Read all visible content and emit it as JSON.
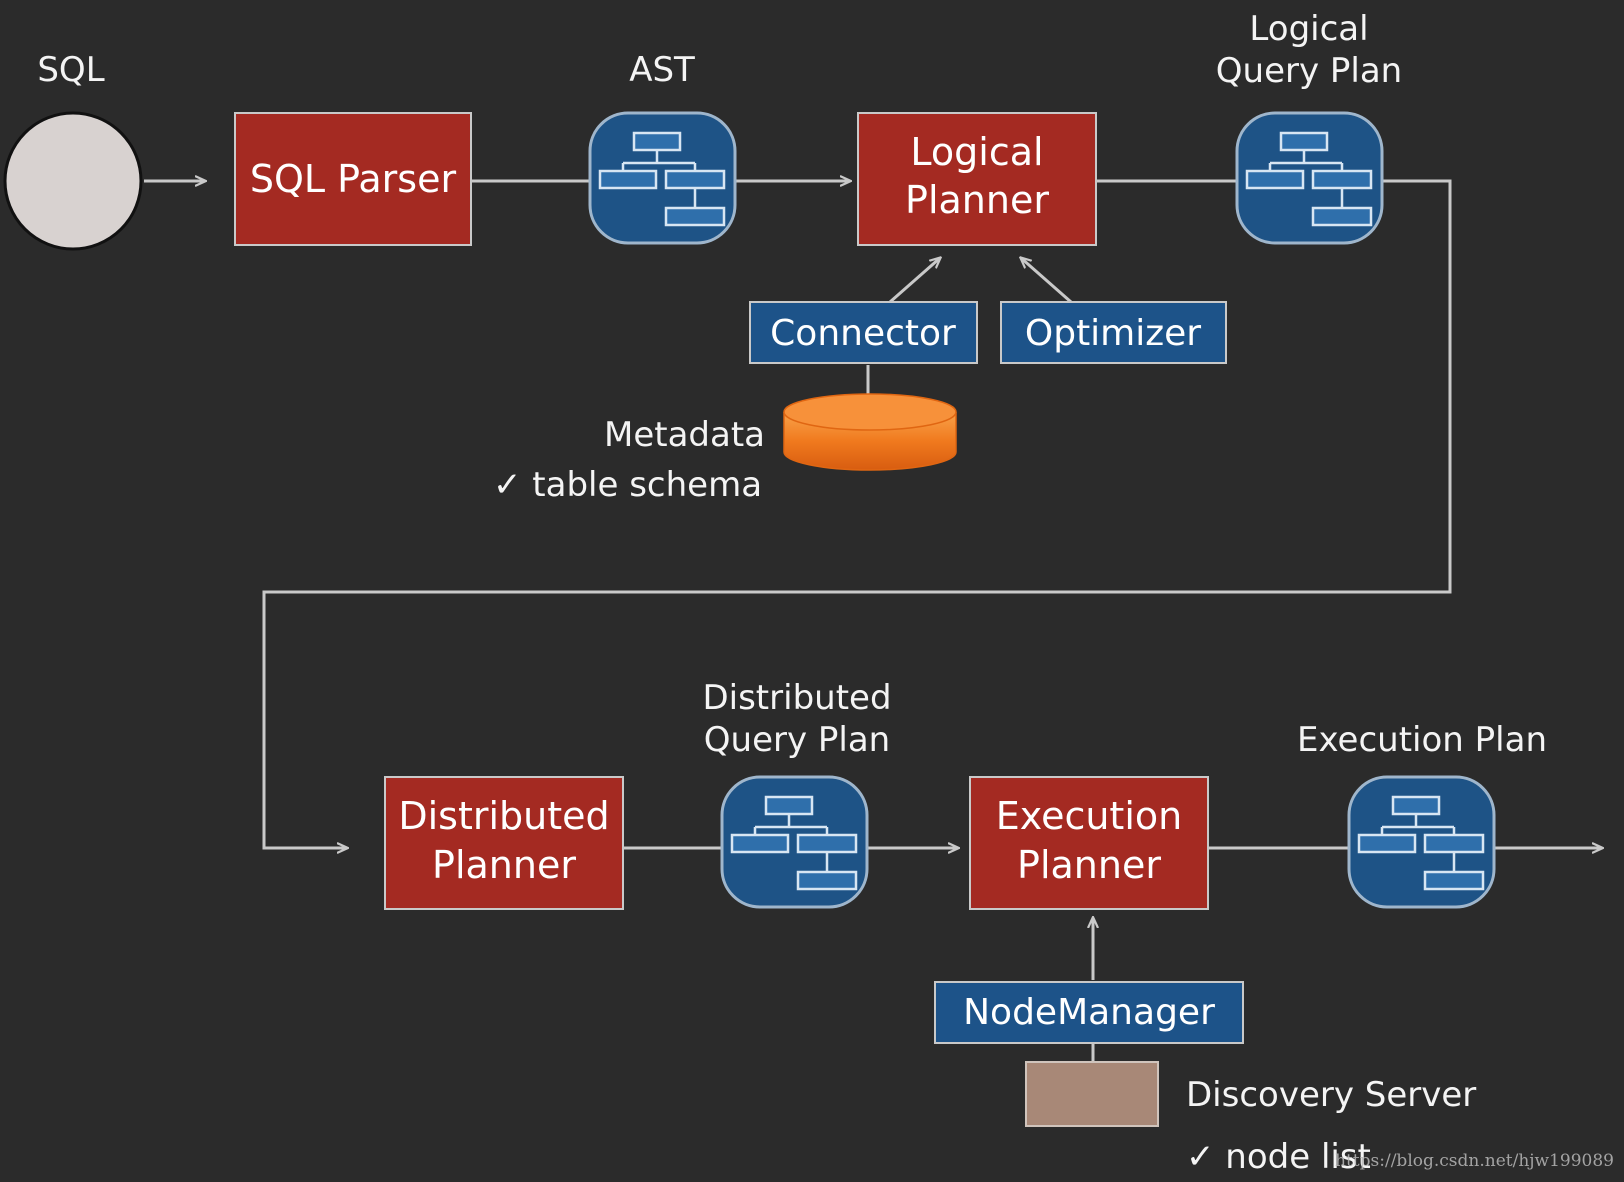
{
  "labels": {
    "sql": "SQL",
    "ast": "AST",
    "logical_query_plan_1": "Logical",
    "logical_query_plan_2": "Query Plan",
    "distributed_query_plan_1": "Distributed",
    "distributed_query_plan_2": "Query Plan",
    "execution_plan": "Execution Plan",
    "metadata": "Metadata",
    "table_schema": "✓ table schema",
    "discovery_server": "Discovery Server",
    "node_list": "✓ node list"
  },
  "boxes": {
    "sql_parser": "SQL Parser",
    "logical_planner_1": "Logical",
    "logical_planner_2": "Planner",
    "connector": "Connector",
    "optimizer": "Optimizer",
    "distributed_planner_1": "Distributed",
    "distributed_planner_2": "Planner",
    "execution_planner_1": "Execution",
    "execution_planner_2": "Planner",
    "node_manager": "NodeManager"
  },
  "watermark": "https://blog.csdn.net/hjw199089",
  "colors": {
    "background": "#2b2b2b",
    "planner_box": "#a42a22",
    "component_box": "#1d5389",
    "metadata_cylinder": "#f07a1e",
    "discovery_box": "#a88877",
    "sql_circle": "#d8d2d0"
  }
}
